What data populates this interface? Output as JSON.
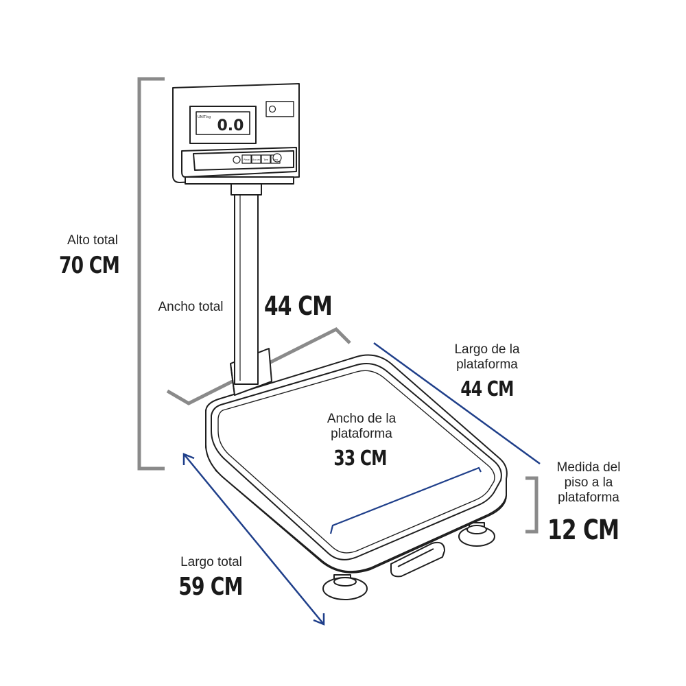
{
  "dimensions": {
    "alto_total": {
      "label": "Alto total",
      "value": "70 CM"
    },
    "ancho_total": {
      "label": "Ancho total",
      "value": "44 CM"
    },
    "largo_plataforma": {
      "label_line1": "Largo de la",
      "label_line2": "plataforma",
      "value": "44 CM"
    },
    "ancho_plataforma": {
      "label_line1": "Ancho de la",
      "label_line2": "plataforma",
      "value": "33 CM"
    },
    "medida_piso": {
      "label_line1": "Medida del",
      "label_line2": "piso a la",
      "label_line3": "plataforma",
      "value": "12 CM"
    },
    "largo_total": {
      "label": "Largo total",
      "value": "59 CM"
    }
  },
  "display": {
    "reading": "0.0",
    "unit": "UNIT:kg",
    "buttons": [
      "Piece",
      "Accum",
      "Tare",
      "Zero"
    ]
  },
  "colors": {
    "outline": "#1e1e1e",
    "gray_bracket": "#8a8a8a",
    "blue_arrow": "#1f3f8a"
  }
}
